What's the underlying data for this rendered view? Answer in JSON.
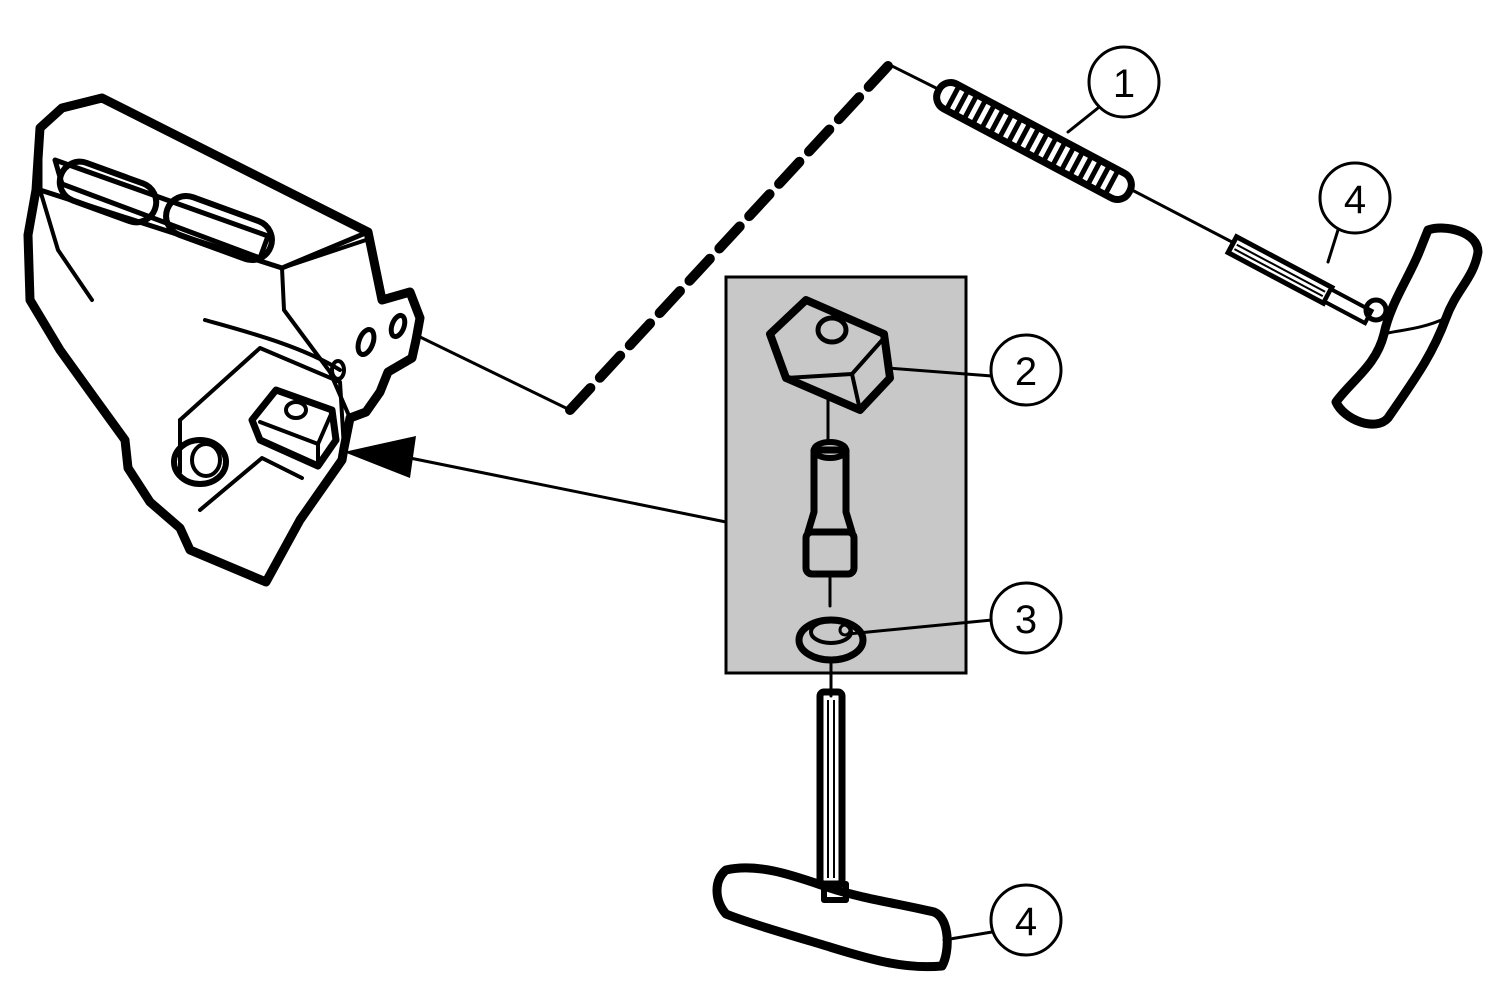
{
  "colors": {
    "ink": "#000000",
    "inset_fill": "#c8c8c8",
    "part_fill": "#ffffff"
  },
  "callouts": {
    "spring": "1",
    "clamp_block": "2",
    "washer": "3",
    "key_top": "4",
    "key_bottom": "4"
  }
}
